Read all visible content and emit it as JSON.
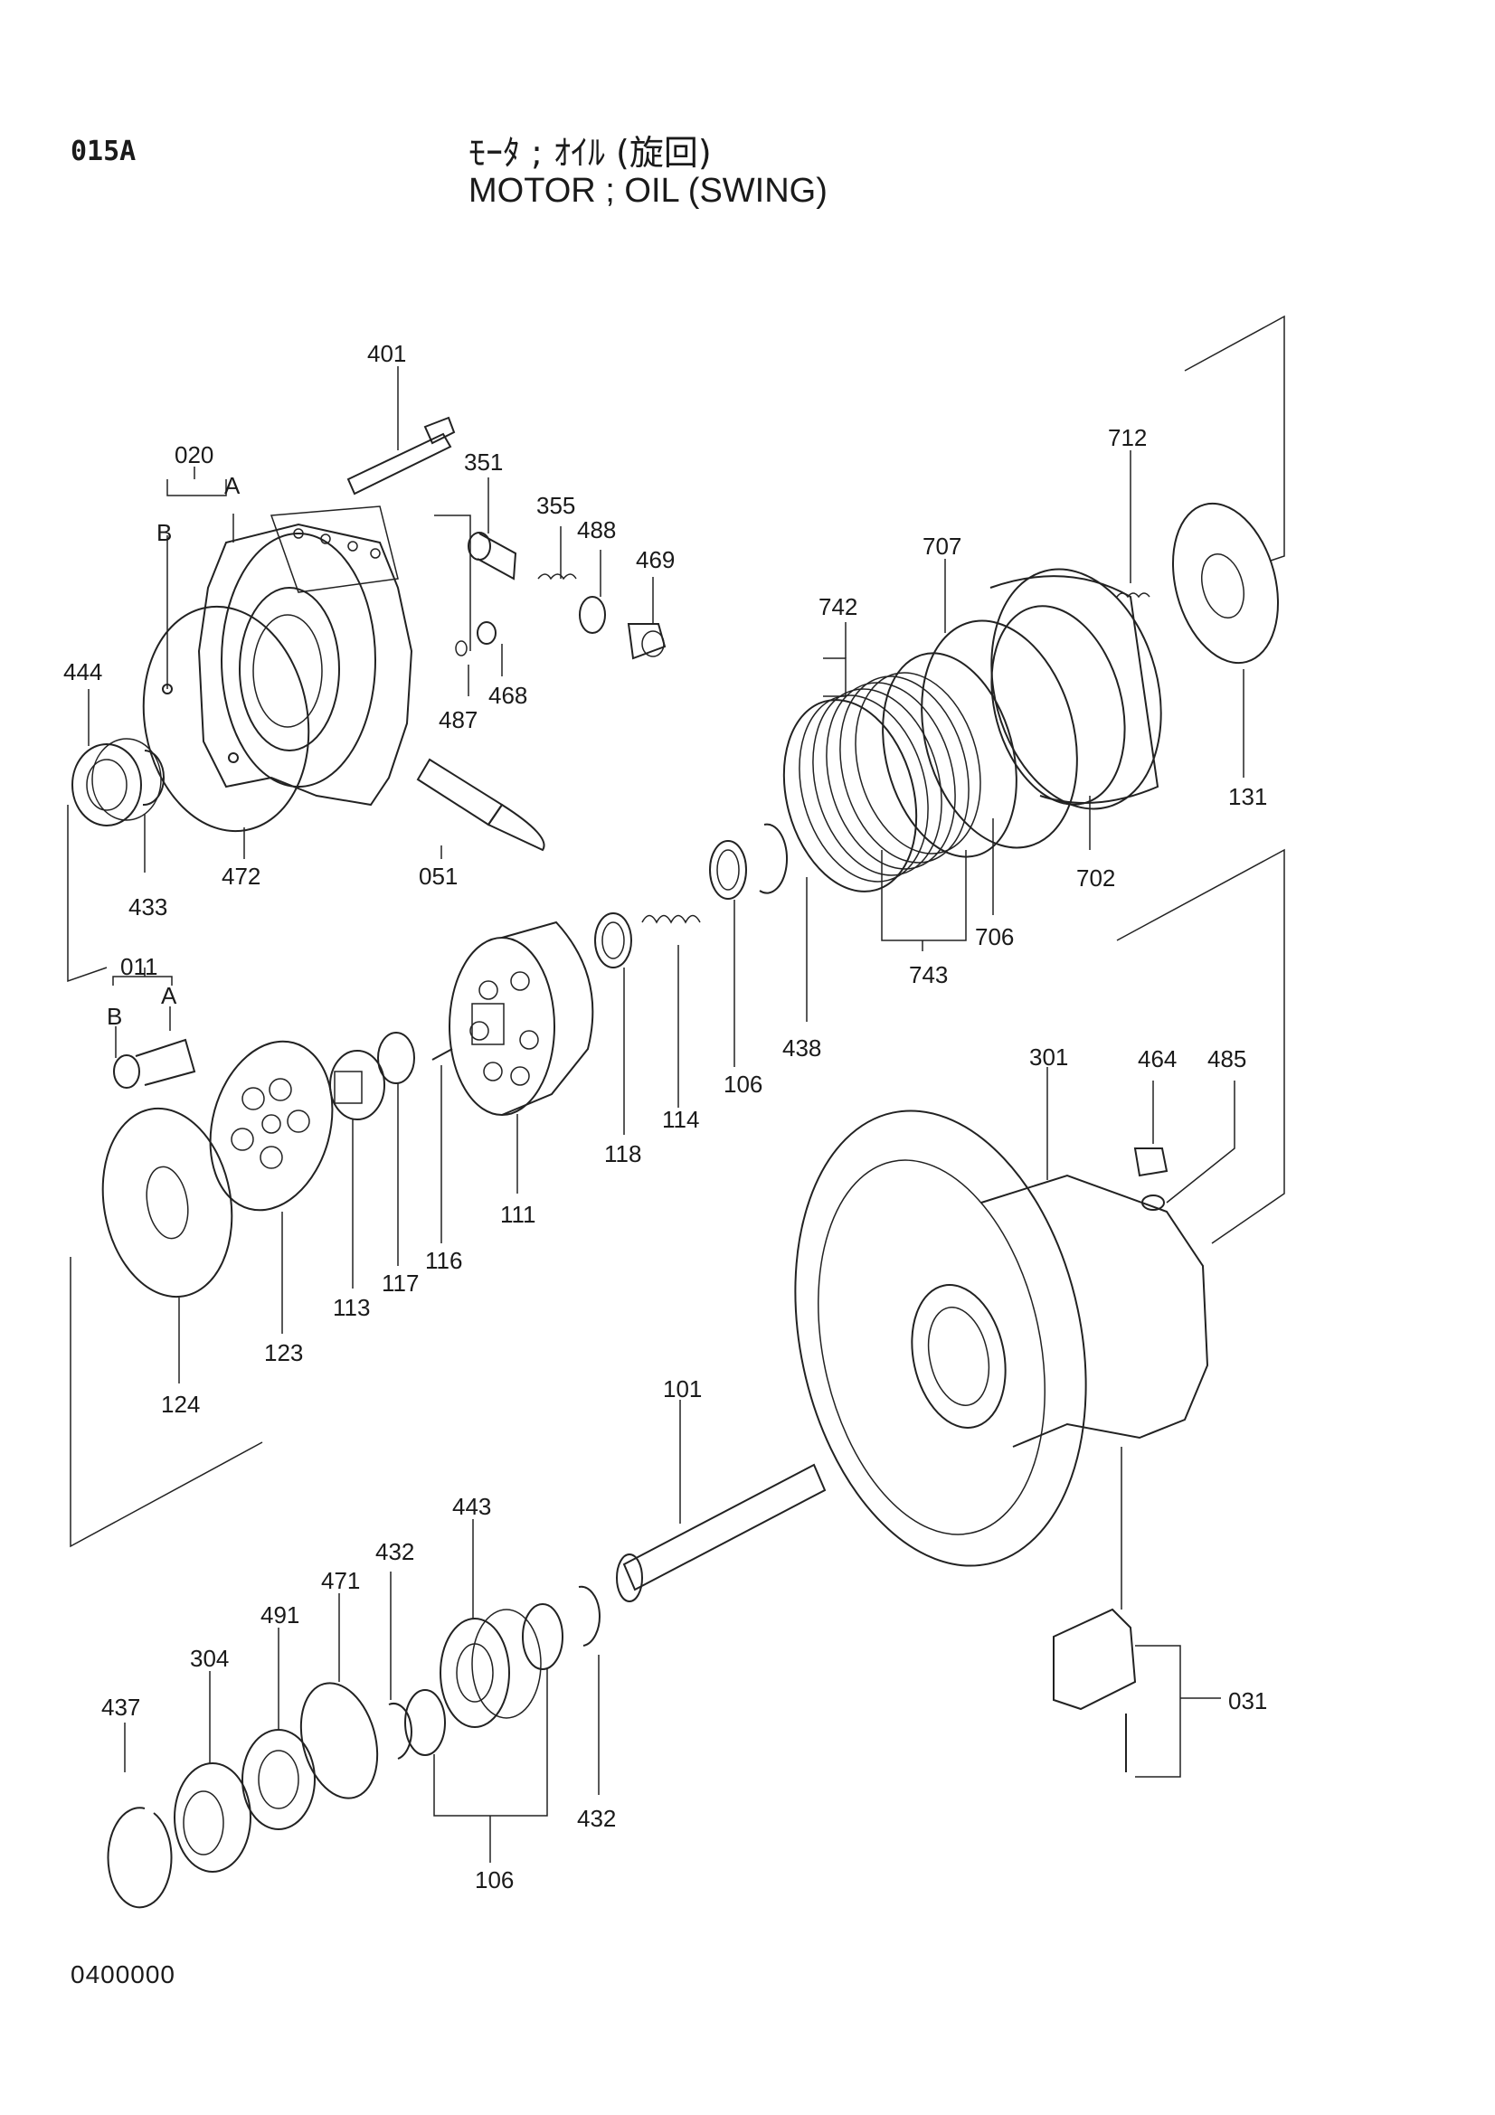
{
  "header": {
    "page_code": "015A",
    "title_jp": "ﾓｰﾀ ; ｵｲﾙ (旋回)",
    "title_en": "MOTOR ; OIL (SWING)"
  },
  "footer": {
    "doc_number": "0400000"
  },
  "callouts": {
    "p401": "401",
    "p351": "351",
    "p355": "355",
    "p488": "488",
    "p469": "469",
    "p020": "020",
    "pA1": "A",
    "pB1": "B",
    "p444": "444",
    "p433": "433",
    "p472": "472",
    "p051": "051",
    "p487": "487",
    "p468": "468",
    "p712": "712",
    "p707": "707",
    "p742": "742",
    "p131": "131",
    "p702": "702",
    "p706": "706",
    "p743": "743",
    "p011": "011",
    "pA2": "A",
    "pB2": "B",
    "p118": "118",
    "p114": "114",
    "p106a": "106",
    "p438": "438",
    "p111": "111",
    "p116": "116",
    "p117": "117",
    "p113": "113",
    "p123": "123",
    "p124": "124",
    "p301": "301",
    "p464": "464",
    "p485": "485",
    "p101": "101",
    "p443": "443",
    "p432a": "432",
    "p471": "471",
    "p491": "491",
    "p304": "304",
    "p437": "437",
    "p432b": "432",
    "p106b": "106",
    "p031": "031"
  }
}
